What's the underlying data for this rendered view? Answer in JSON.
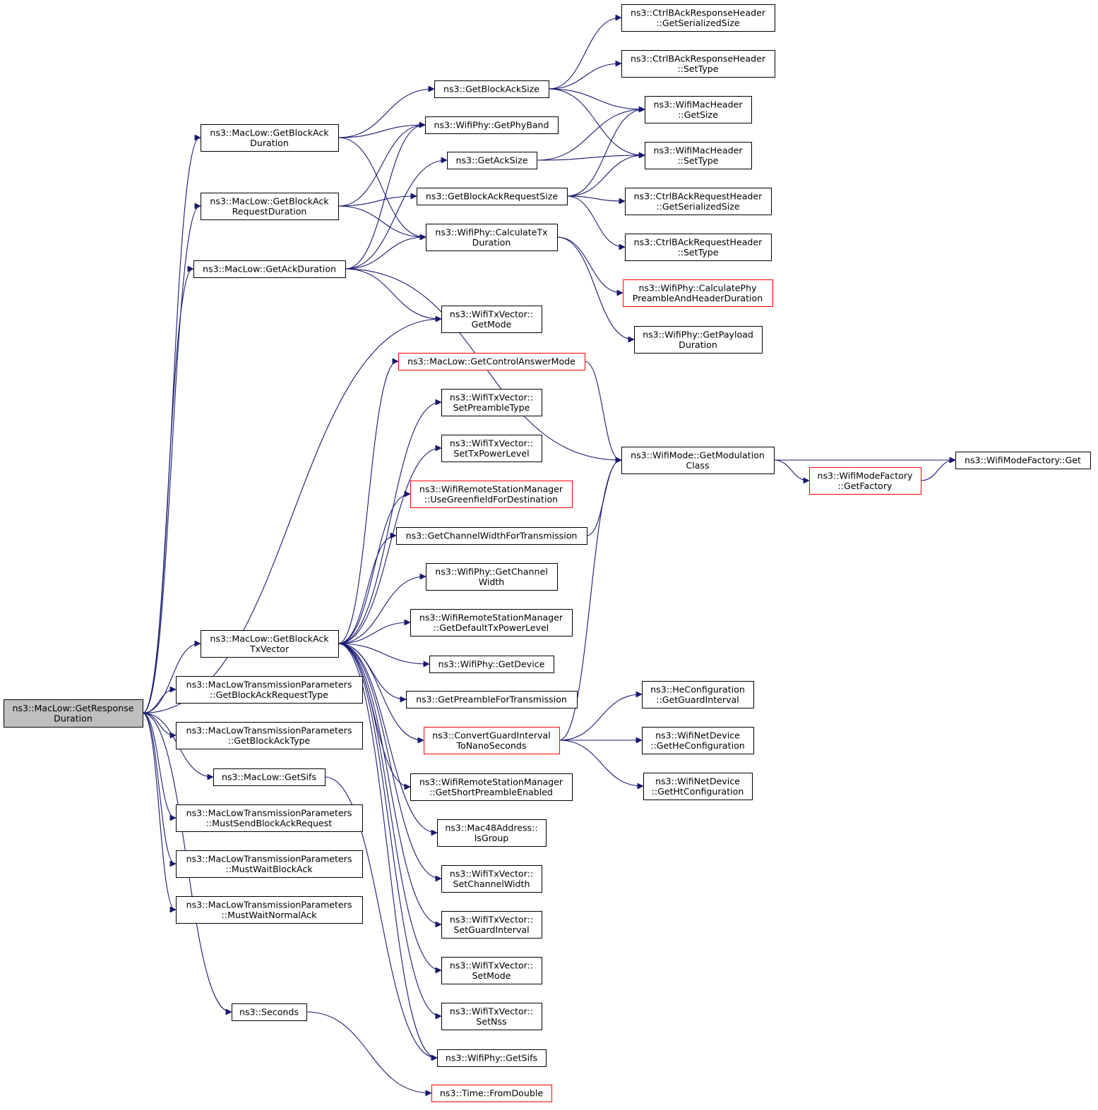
{
  "colors": {
    "edge": "#191970",
    "box_border": "#000000",
    "red_border": "#ff0000",
    "root_fill": "#bfbfbf",
    "background": "#ffffff"
  },
  "nodes": {
    "root": {
      "lines": [
        "ns3::MacLow::GetResponse",
        "Duration"
      ],
      "style": "root"
    },
    "gbad": {
      "lines": [
        "ns3::MacLow::GetBlockAck",
        "Duration"
      ],
      "style": "normal"
    },
    "gbard": {
      "lines": [
        "ns3::MacLow::GetBlockAck",
        "RequestDuration"
      ],
      "style": "normal"
    },
    "gad": {
      "lines": [
        "ns3::MacLow::GetAckDuration"
      ],
      "style": "normal"
    },
    "gbatx": {
      "lines": [
        "ns3::MacLow::GetBlockAck",
        "TxVector"
      ],
      "style": "normal"
    },
    "mltp_gbart": {
      "lines": [
        "ns3::MacLowTransmissionParameters",
        "::GetBlockAckRequestType"
      ],
      "style": "normal"
    },
    "mltp_gbat": {
      "lines": [
        "ns3::MacLowTransmissionParameters",
        "::GetBlockAckType"
      ],
      "style": "normal"
    },
    "gsifs": {
      "lines": [
        "ns3::MacLow::GetSifs"
      ],
      "style": "normal"
    },
    "mltp_msbar": {
      "lines": [
        "ns3::MacLowTransmissionParameters",
        "::MustSendBlockAckRequest"
      ],
      "style": "normal"
    },
    "mltp_mwba": {
      "lines": [
        "ns3::MacLowTransmissionParameters",
        "::MustWaitBlockAck"
      ],
      "style": "normal"
    },
    "mltp_mwna": {
      "lines": [
        "ns3::MacLowTransmissionParameters",
        "::MustWaitNormalAck"
      ],
      "style": "normal"
    },
    "seconds": {
      "lines": [
        "ns3::Seconds"
      ],
      "style": "normal"
    },
    "gbas": {
      "lines": [
        "ns3::GetBlockAckSize"
      ],
      "style": "normal"
    },
    "wp_gpb": {
      "lines": [
        "ns3::WifiPhy::GetPhyBand"
      ],
      "style": "normal"
    },
    "gas": {
      "lines": [
        "ns3::GetAckSize"
      ],
      "style": "normal"
    },
    "gbars": {
      "lines": [
        "ns3::GetBlockAckRequestSize"
      ],
      "style": "normal"
    },
    "wp_ctd": {
      "lines": [
        "ns3::WifiPhy::CalculateTx",
        "Duration"
      ],
      "style": "normal"
    },
    "wtv_gm": {
      "lines": [
        "ns3::WifiTxVector::",
        "GetMode"
      ],
      "style": "normal"
    },
    "gcam": {
      "lines": [
        "ns3::MacLow::GetControlAnswerMode"
      ],
      "style": "red"
    },
    "wtv_spt": {
      "lines": [
        "ns3::WifiTxVector::",
        "SetPreambleType"
      ],
      "style": "normal"
    },
    "wtv_stpl": {
      "lines": [
        "ns3::WifiTxVector::",
        "SetTxPowerLevel"
      ],
      "style": "normal"
    },
    "wrsm_ugfd": {
      "lines": [
        "ns3::WifiRemoteStationManager",
        "::UseGreenfieldForDestination"
      ],
      "style": "red"
    },
    "gcwft": {
      "lines": [
        "ns3::GetChannelWidthForTransmission"
      ],
      "style": "normal"
    },
    "wp_gcw": {
      "lines": [
        "ns3::WifiPhy::GetChannel",
        "Width"
      ],
      "style": "normal"
    },
    "wrsm_gdtpl": {
      "lines": [
        "ns3::WifiRemoteStationManager",
        "::GetDefaultTxPowerLevel"
      ],
      "style": "normal"
    },
    "wp_gd": {
      "lines": [
        "ns3::WifiPhy::GetDevice"
      ],
      "style": "normal"
    },
    "gpft": {
      "lines": [
        "ns3::GetPreambleForTransmission"
      ],
      "style": "normal"
    },
    "cgitns": {
      "lines": [
        "ns3::ConvertGuardInterval",
        "ToNanoSeconds"
      ],
      "style": "red"
    },
    "wrsm_gspe": {
      "lines": [
        "ns3::WifiRemoteStationManager",
        "::GetShortPreambleEnabled"
      ],
      "style": "normal"
    },
    "m48_ig": {
      "lines": [
        "ns3::Mac48Address::",
        "IsGroup"
      ],
      "style": "normal"
    },
    "wtv_scw": {
      "lines": [
        "ns3::WifiTxVector::",
        "SetChannelWidth"
      ],
      "style": "normal"
    },
    "wtv_sgi": {
      "lines": [
        "ns3::WifiTxVector::",
        "SetGuardInterval"
      ],
      "style": "normal"
    },
    "wtv_sm": {
      "lines": [
        "ns3::WifiTxVector::",
        "SetMode"
      ],
      "style": "normal"
    },
    "wtv_sn": {
      "lines": [
        "ns3::WifiTxVector::",
        "SetNss"
      ],
      "style": "normal"
    },
    "wp_gs": {
      "lines": [
        "ns3::WifiPhy::GetSifs"
      ],
      "style": "normal"
    },
    "t_fd": {
      "lines": [
        "ns3::Time::FromDouble"
      ],
      "style": "red"
    },
    "cbarh_gss": {
      "lines": [
        "ns3::CtrlBAckResponseHeader",
        "::GetSerializedSize"
      ],
      "style": "normal"
    },
    "cbarh_st": {
      "lines": [
        "ns3::CtrlBAckResponseHeader",
        "::SetType"
      ],
      "style": "normal"
    },
    "wmh_gs": {
      "lines": [
        "ns3::WifiMacHeader",
        "::GetSize"
      ],
      "style": "normal"
    },
    "wmh_st": {
      "lines": [
        "ns3::WifiMacHeader",
        "::SetType"
      ],
      "style": "normal"
    },
    "cbrqh_gss": {
      "lines": [
        "ns3::CtrlBAckRequestHeader",
        "::GetSerializedSize"
      ],
      "style": "normal"
    },
    "cbrqh_st": {
      "lines": [
        "ns3::CtrlBAckRequestHeader",
        "::SetType"
      ],
      "style": "normal"
    },
    "wp_cpahd": {
      "lines": [
        "ns3::WifiPhy::CalculatePhy",
        "PreambleAndHeaderDuration"
      ],
      "style": "red"
    },
    "wp_gpd": {
      "lines": [
        "ns3::WifiPhy::GetPayload",
        "Duration"
      ],
      "style": "normal"
    },
    "wm_gmc": {
      "lines": [
        "ns3::WifiMode::GetModulation",
        "Class"
      ],
      "style": "normal"
    },
    "hec_ggi": {
      "lines": [
        "ns3::HeConfiguration",
        "::GetGuardInterval"
      ],
      "style": "normal"
    },
    "wnd_ghec": {
      "lines": [
        "ns3::WifiNetDevice",
        "::GetHeConfiguration"
      ],
      "style": "normal"
    },
    "wnd_ghtc": {
      "lines": [
        "ns3::WifiNetDevice",
        "::GetHtConfiguration"
      ],
      "style": "normal"
    },
    "wmf_gf": {
      "lines": [
        "ns3::WifiModeFactory",
        "::GetFactory"
      ],
      "style": "red"
    },
    "wmf_get": {
      "lines": [
        "ns3::WifiModeFactory::Get"
      ],
      "style": "normal"
    }
  },
  "edges": [
    [
      "root",
      "gbad"
    ],
    [
      "root",
      "gbard"
    ],
    [
      "root",
      "gad"
    ],
    [
      "root",
      "wtv_gm"
    ],
    [
      "root",
      "gbatx"
    ],
    [
      "root",
      "mltp_gbart"
    ],
    [
      "root",
      "mltp_gbat"
    ],
    [
      "root",
      "gsifs"
    ],
    [
      "root",
      "mltp_msbar"
    ],
    [
      "root",
      "mltp_mwba"
    ],
    [
      "root",
      "mltp_mwna"
    ],
    [
      "root",
      "seconds"
    ],
    [
      "gbad",
      "gbas"
    ],
    [
      "gbad",
      "wp_gpb"
    ],
    [
      "gbad",
      "wp_ctd"
    ],
    [
      "gbard",
      "wp_gpb"
    ],
    [
      "gbard",
      "gbars"
    ],
    [
      "gbard",
      "wp_ctd"
    ],
    [
      "gad",
      "wp_gpb"
    ],
    [
      "gad",
      "gas"
    ],
    [
      "gad",
      "wp_ctd"
    ],
    [
      "gad",
      "wtv_gm"
    ],
    [
      "gad",
      "wm_gmc"
    ],
    [
      "gbas",
      "cbarh_gss"
    ],
    [
      "gbas",
      "cbarh_st"
    ],
    [
      "gbas",
      "wmh_gs"
    ],
    [
      "gbas",
      "wmh_st"
    ],
    [
      "gas",
      "wmh_gs"
    ],
    [
      "gas",
      "wmh_st"
    ],
    [
      "gbars",
      "wmh_gs"
    ],
    [
      "gbars",
      "wmh_st"
    ],
    [
      "gbars",
      "cbrqh_gss"
    ],
    [
      "gbars",
      "cbrqh_st"
    ],
    [
      "wp_ctd",
      "wp_cpahd"
    ],
    [
      "wp_ctd",
      "wp_gpd"
    ],
    [
      "gbatx",
      "gcam"
    ],
    [
      "gbatx",
      "wtv_spt"
    ],
    [
      "gbatx",
      "wtv_stpl"
    ],
    [
      "gbatx",
      "wrsm_ugfd"
    ],
    [
      "gbatx",
      "gcwft"
    ],
    [
      "gbatx",
      "wp_gcw"
    ],
    [
      "gbatx",
      "wrsm_gdtpl"
    ],
    [
      "gbatx",
      "wp_gd"
    ],
    [
      "gbatx",
      "gpft"
    ],
    [
      "gbatx",
      "cgitns"
    ],
    [
      "gbatx",
      "wrsm_gspe"
    ],
    [
      "gbatx",
      "m48_ig"
    ],
    [
      "gbatx",
      "wtv_scw"
    ],
    [
      "gbatx",
      "wtv_sgi"
    ],
    [
      "gbatx",
      "wtv_sm"
    ],
    [
      "gbatx",
      "wtv_sn"
    ],
    [
      "gbatx",
      "wp_gs"
    ],
    [
      "gcam",
      "wm_gmc"
    ],
    [
      "gcwft",
      "wm_gmc"
    ],
    [
      "cgitns",
      "wm_gmc"
    ],
    [
      "cgitns",
      "hec_ggi"
    ],
    [
      "cgitns",
      "wnd_ghec"
    ],
    [
      "cgitns",
      "wnd_ghtc"
    ],
    [
      "wm_gmc",
      "wmf_get"
    ],
    [
      "wm_gmc",
      "wmf_gf"
    ],
    [
      "wmf_gf",
      "wmf_get"
    ],
    [
      "gsifs",
      "wp_gs"
    ],
    [
      "seconds",
      "t_fd"
    ]
  ]
}
